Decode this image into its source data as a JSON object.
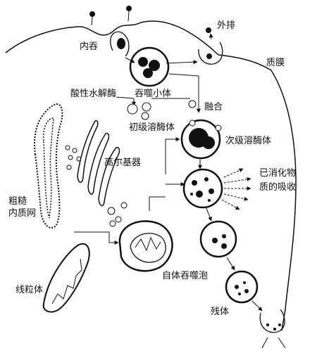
{
  "labels": {
    "phagocytosis": "内吞",
    "exocytosis": "外排",
    "plasma_membrane": "质膜",
    "phagosome": "吞噬小体",
    "acid_hydrolase": "酸性水解酶",
    "fusion": "融合",
    "primary_lysosome": "初级溶酶体",
    "secondary_lysosome": "次级溶酶体",
    "golgi": "高尔基器",
    "absorbed_line1": "已消化物",
    "absorbed_line2": "质的吸收",
    "rer_line1": "粗糙",
    "rer_line2": "内质网",
    "autophagic_vacuole": "自体吞噬泡",
    "mitochondrion": "线粒体",
    "residual_body": "残体"
  },
  "colors": {
    "ink": "#111111",
    "background": "#ffffff"
  }
}
